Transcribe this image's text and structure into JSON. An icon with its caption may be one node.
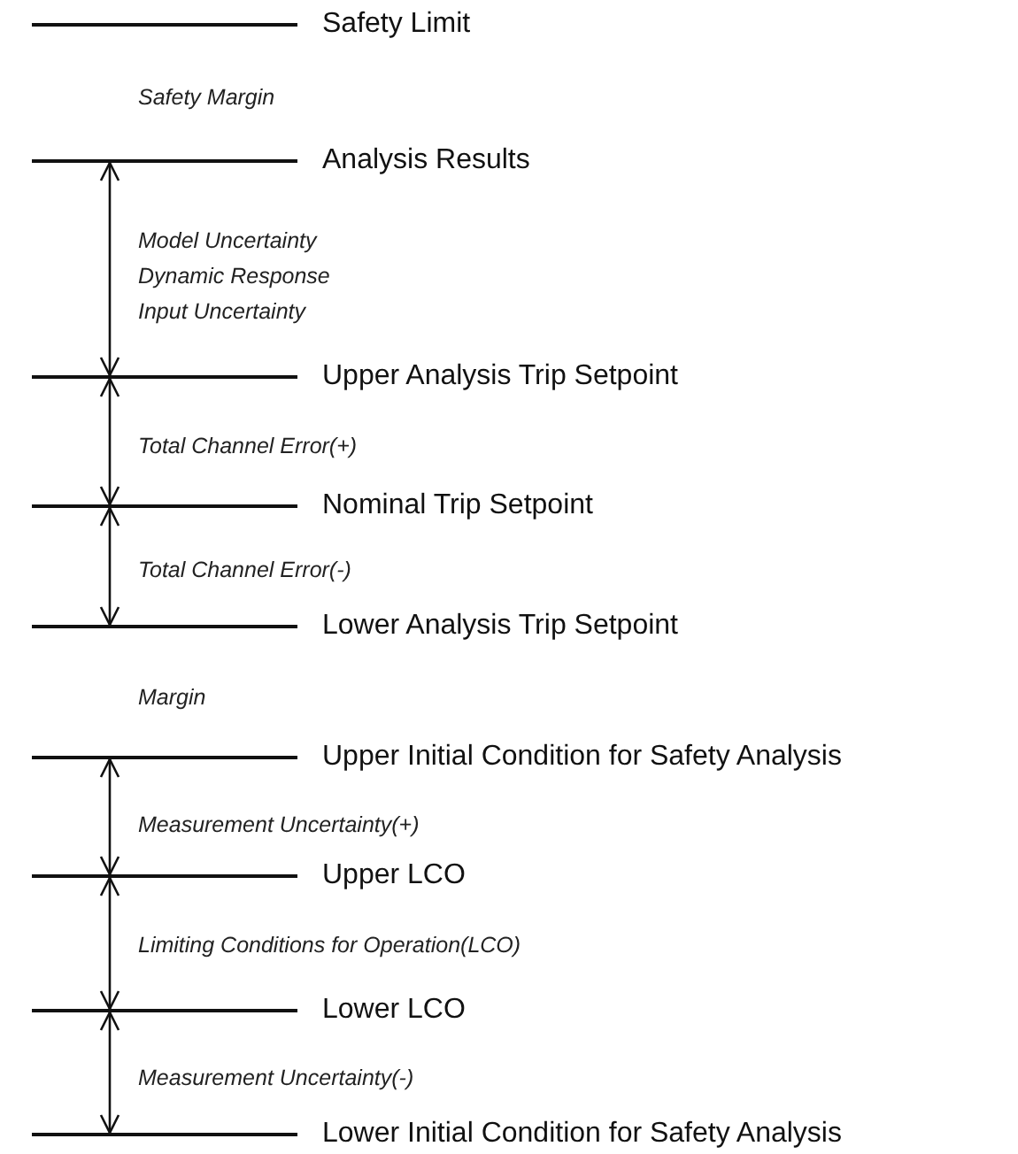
{
  "diagram": {
    "nodes": [
      {
        "text": [
          "Safety Limit"
        ]
      },
      {
        "text": [
          "Analysis Results"
        ]
      },
      {
        "text": [
          "Upper Analysis Trip Setpoint"
        ]
      },
      {
        "text": [
          "Nominal Trip Setpoint"
        ]
      },
      {
        "text": [
          "Lower Analysis Trip Setpoint"
        ]
      },
      {
        "text": [
          "Upper Initial Condition for Safety Analysis"
        ]
      },
      {
        "text": [
          "Upper LCO"
        ]
      },
      {
        "text": [
          "Lower LCO"
        ]
      },
      {
        "text": [
          "Lower Initial Condition for Safety Analysis"
        ]
      }
    ],
    "edges": [
      {
        "from": 1,
        "to": 2,
        "arrow": "both"
      },
      {
        "from": 2,
        "to": 3,
        "arrow": "both"
      },
      {
        "from": 3,
        "to": 4,
        "arrow": "both"
      },
      {
        "from": 5,
        "to": 6,
        "arrow": "both"
      },
      {
        "from": 6,
        "to": 7,
        "arrow": "both"
      },
      {
        "from": 7,
        "to": 8,
        "arrow": "both"
      }
    ],
    "labels": [
      "Safety Margin",
      "Model Uncertainty",
      "Dynamic Response",
      "Input Uncertainty",
      "Total Channel Error(+)",
      "Total Channel Error(-)",
      "Margin",
      "Measurement Uncertainty(+)",
      "Limiting Conditions for Operation(LCO)",
      "Measurement Uncertainty(-)"
    ]
  }
}
